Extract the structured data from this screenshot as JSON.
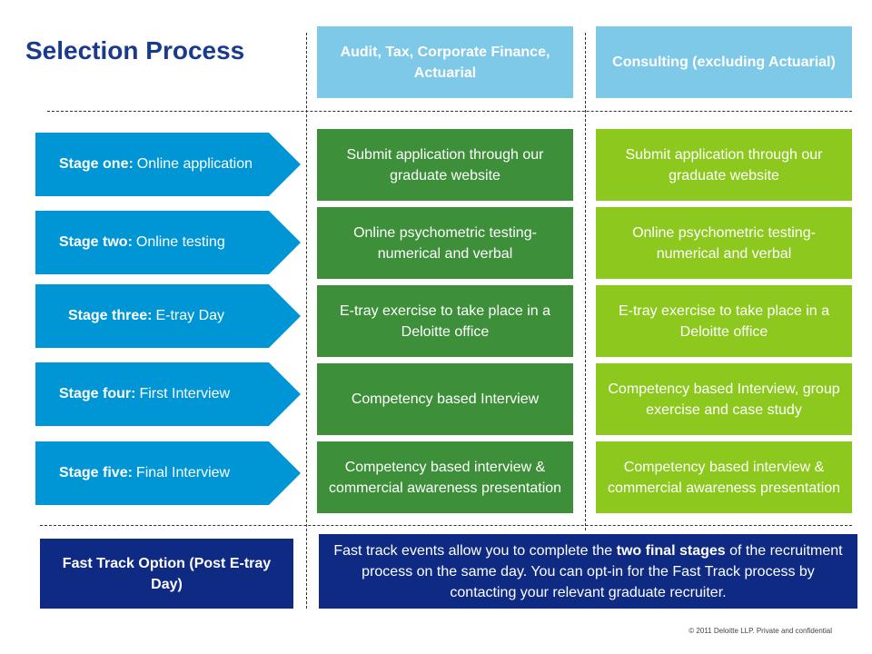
{
  "title": "Selection Process",
  "columns": [
    "Audit, Tax, Corporate Finance, Actuarial",
    "Consulting (excluding Actuarial)"
  ],
  "stages": [
    {
      "label": "Stage one:",
      "name": "Online application"
    },
    {
      "label": "Stage two:",
      "name": "Online testing"
    },
    {
      "label": "Stage three:",
      "name": "E-tray Day"
    },
    {
      "label": "Stage four:",
      "name": "First Interview"
    },
    {
      "label": "Stage five:",
      "name": "Final Interview"
    }
  ],
  "audit_cells": [
    "Submit application through our graduate website",
    "Online psychometric testing- numerical and verbal",
    "E-tray exercise to take place in a Deloitte office",
    "Competency based Interview",
    "Competency based interview & commercial awareness presentation"
  ],
  "consulting_cells": [
    "Submit application through our graduate website",
    "Online psychometric testing- numerical and verbal",
    "E-tray exercise to take place in a Deloitte office",
    "Competency based Interview, group exercise and case study",
    "Competency based interview & commercial awareness presentation"
  ],
  "fast_track": {
    "label": "Fast Track Option (Post E-tray Day)",
    "text_before": "Fast track events allow you to complete the ",
    "text_bold": "two final stages",
    "text_after": " of the recruitment process on the same day. You can opt-in for the Fast Track process by contacting your relevant graduate recruiter."
  },
  "footer": "© 2011 Deloitte LLP. Private and confidential",
  "colors": {
    "title": "#1a3a8a",
    "header": "#7ec8e8",
    "stage_arrow": "#0096d6",
    "audit_cell": "#3d8f3a",
    "consulting_cell": "#8cc81e",
    "fast_track": "#0e2a82"
  }
}
